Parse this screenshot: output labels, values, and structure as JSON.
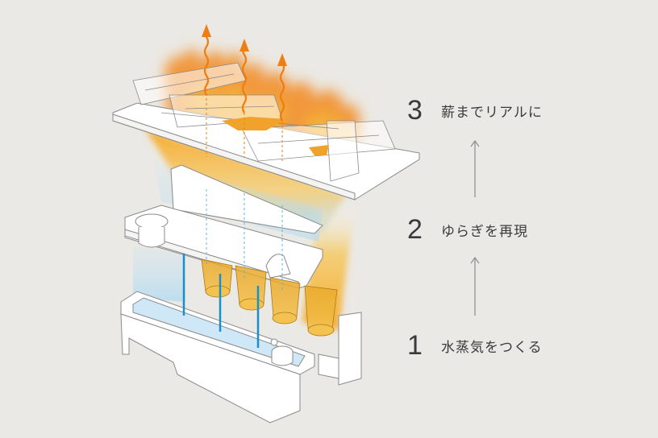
{
  "steps": [
    {
      "number": "1",
      "label": "水蒸気をつくる"
    },
    {
      "number": "2",
      "label": "ゆらぎを再現"
    },
    {
      "number": "3",
      "label": "薪までリアルに"
    }
  ],
  "colors": {
    "background": "#ebe9e5",
    "flame": "#f08a1c",
    "flame_light": "#f7b733",
    "steam": "#9fd3f2",
    "water_line": "#1a8fc9",
    "outline": "#8a8a8a",
    "text": "#3a3a3a",
    "arrow": "#8c8c8c"
  }
}
